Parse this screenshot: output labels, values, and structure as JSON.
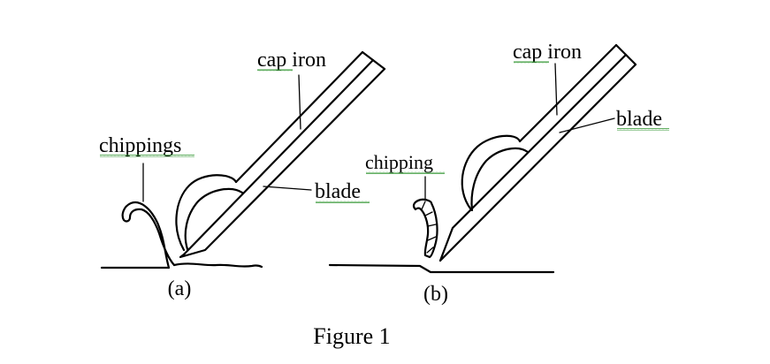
{
  "figure": {
    "caption": "Figure 1",
    "panels": [
      {
        "id": "a",
        "label": "(a)",
        "labels": {
          "cap_iron": "cap iron",
          "blade": "blade",
          "chip": "chippings"
        }
      },
      {
        "id": "b",
        "label": "(b)",
        "labels": {
          "cap_iron": "cap iron",
          "blade": "blade",
          "chip": "chipping"
        }
      }
    ]
  },
  "colors": {
    "line": "#000000",
    "spellcheck_underline": "#3a9a3a"
  }
}
